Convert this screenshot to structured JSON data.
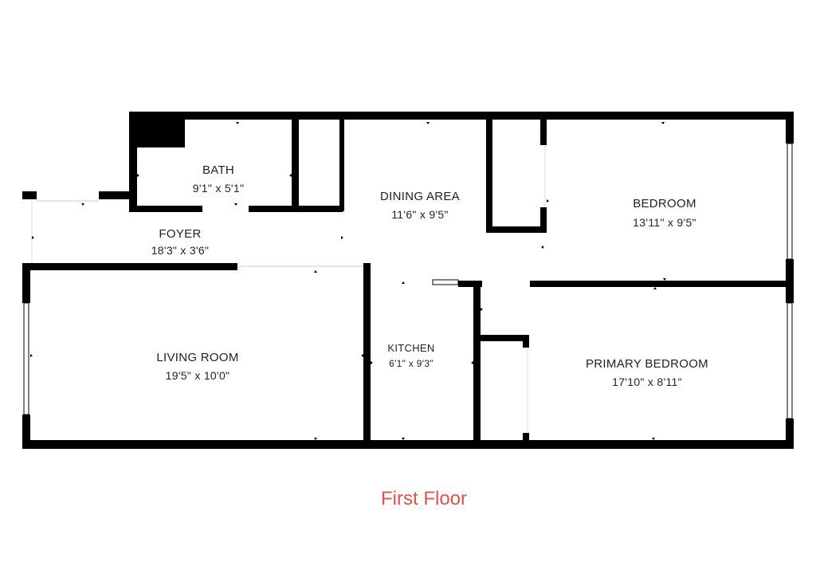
{
  "floor_title": "First Floor",
  "colors": {
    "wall": "#000000",
    "title": "#d9534f",
    "text": "#222222"
  },
  "rooms": {
    "bath": {
      "name": "BATH",
      "dims": "9'1\" x 5'1\""
    },
    "dining": {
      "name": "DINING AREA",
      "dims": "11'6\" x 9'5\""
    },
    "bedroom": {
      "name": "BEDROOM",
      "dims": "13'11\" x 9'5\""
    },
    "foyer": {
      "name": "FOYER",
      "dims": "18'3\" x 3'6\""
    },
    "living": {
      "name": "LIVING ROOM",
      "dims": "19'5\" x 10'0\""
    },
    "kitchen": {
      "name": "KITCHEN",
      "dims": "6'1\" x 9'3\""
    },
    "primary_bedroom": {
      "name": "PRIMARY BEDROOM",
      "dims": "17'10\" x 8'11\""
    }
  }
}
